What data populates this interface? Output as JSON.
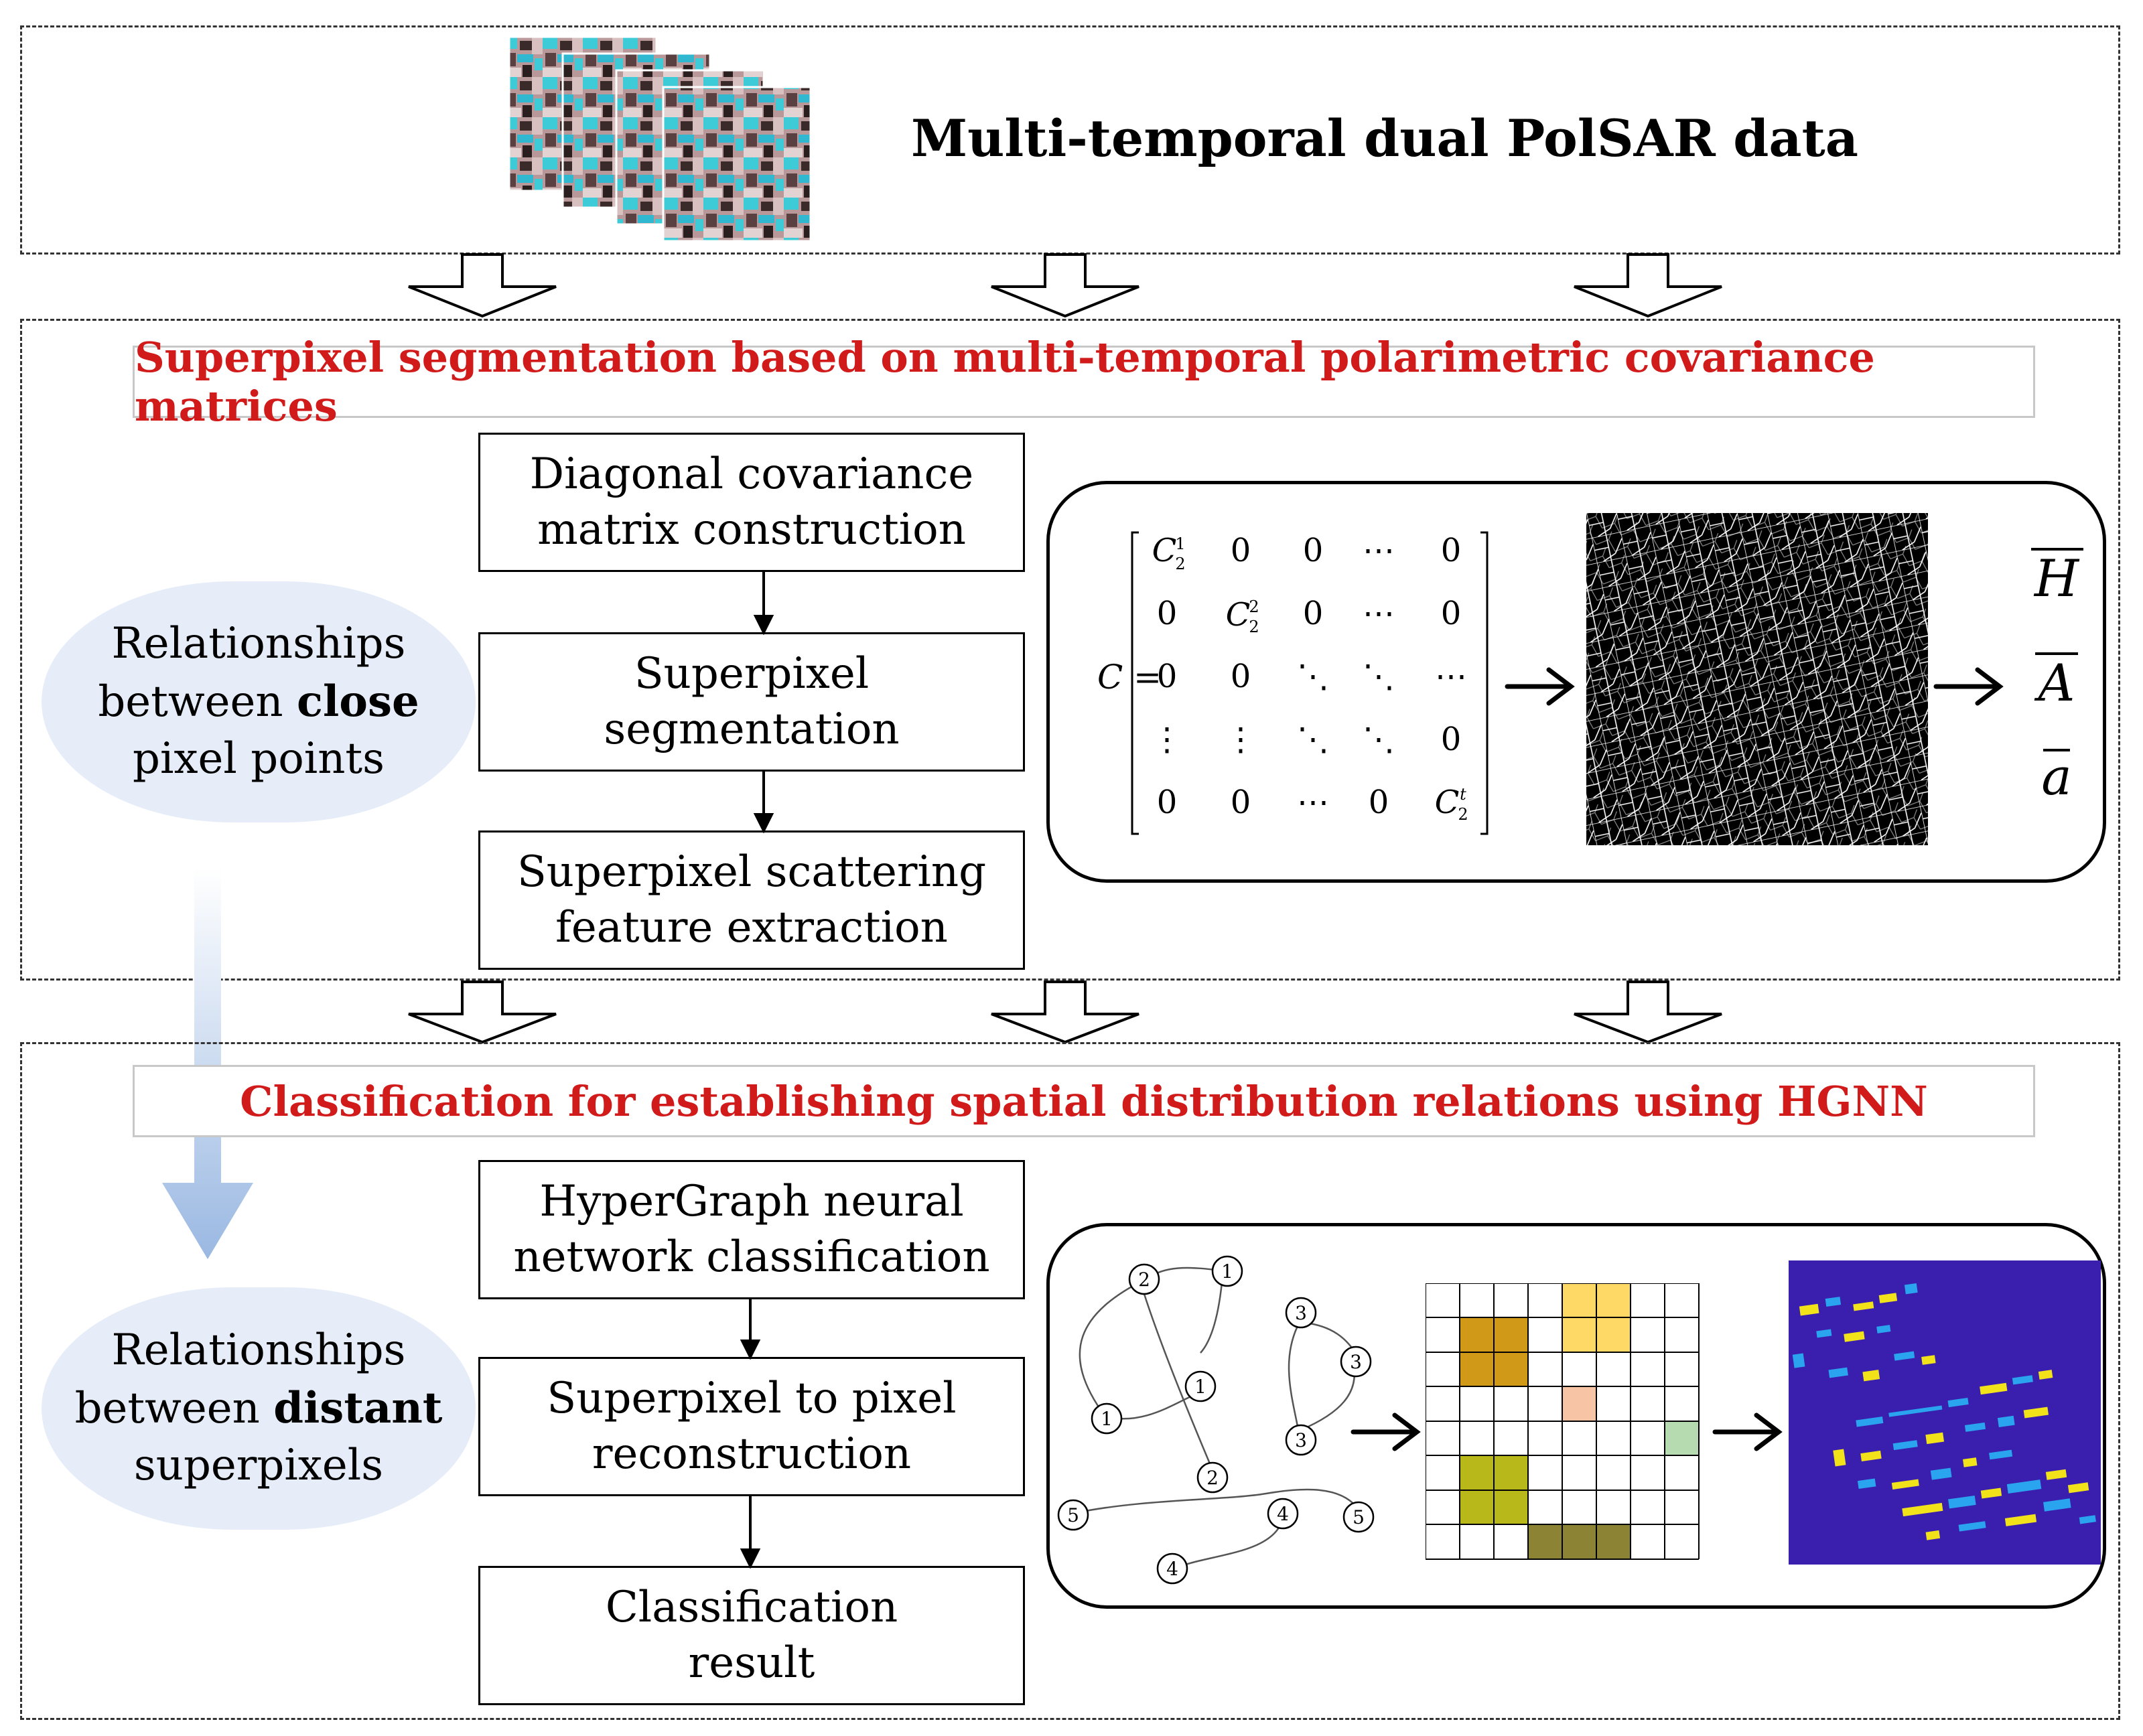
{
  "top": {
    "title": "Multi-temporal dual PolSAR data"
  },
  "section1": {
    "title": "Superpixel segmentation based on multi-temporal polarimetric covariance matrices",
    "steps": [
      "Diagonal covariance\nmatrix construction",
      "Superpixel\nsegmentation",
      "Superpixel scattering\nfeature extraction"
    ],
    "features": {
      "H": "H",
      "A": "A",
      "a": "a"
    },
    "matrix": {
      "lhs": "C =",
      "cells": [
        [
          "C",
          "0",
          "0",
          "⋯",
          "0"
        ],
        [
          "0",
          "C",
          "0",
          "⋯",
          "0"
        ],
        [
          "0",
          "0",
          "⋱",
          "⋱",
          "⋯"
        ],
        [
          "⋮",
          "⋮",
          "⋱",
          "⋱",
          "0"
        ],
        [
          "0",
          "0",
          "⋯",
          "0",
          "C"
        ]
      ],
      "sup1": "1",
      "sup2": "2",
      "supt": "t",
      "sub": "2"
    }
  },
  "section2": {
    "title": "Classification for establishing spatial distribution relations using HGNN",
    "steps": [
      "HyperGraph neural\nnetwork classification",
      "Superpixel to pixel\nreconstruction",
      "Classification\nresult"
    ],
    "nodes": [
      "1",
      "2",
      "1",
      "1",
      "2",
      "3",
      "3",
      "3",
      "5",
      "4",
      "5",
      "4"
    ]
  },
  "side": {
    "close": {
      "pre": "Relationships",
      "mid_pre": "between ",
      "bold": "close",
      "post": "pixel points"
    },
    "distant": {
      "pre": "Relationships",
      "mid_pre": "between ",
      "bold": "distant",
      "post": "superpixels"
    }
  },
  "colors": {
    "title_red": "#d11a1a",
    "blob": "#e6edf8",
    "arrow_blue": "#9ab8e2",
    "class_bg": "#3a1fae",
    "yellow": "#f2e21a",
    "cyan": "#2aa4ee"
  }
}
